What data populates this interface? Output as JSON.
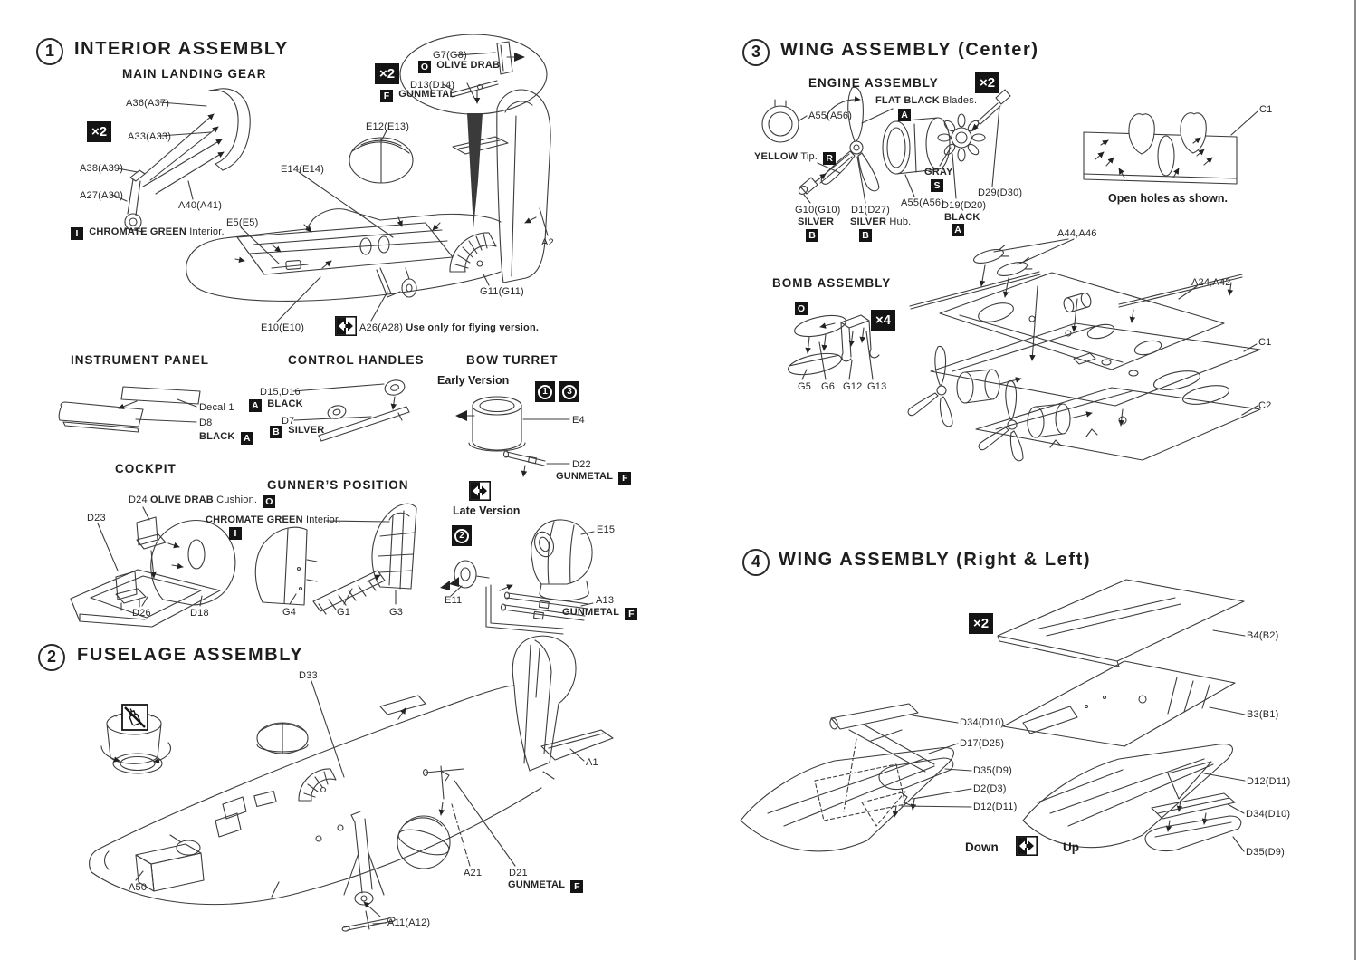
{
  "s1": {
    "num": "1",
    "title": "INTERIOR ASSEMBLY",
    "mlg": {
      "heading": "MAIN LANDING GEAR",
      "qty": "×2",
      "a36": "A36(A37)",
      "a33": "A33(A33)",
      "a38": "A38(A39)",
      "a27": "A27(A30)",
      "a40": "A40(A41)",
      "note_marker": "I",
      "note_bold": "CHROMATE GREEN",
      "note_rest": "Interior."
    },
    "balloon": {
      "qty": "×2",
      "g7": "G7(G8)",
      "olive_marker": "O",
      "olive": "OLIVE DRAB",
      "d13": "D13(D14)",
      "gunmetal_marker": "F",
      "gunmetal": "GUNMETAL"
    },
    "hull": {
      "e12": "E12(E13)",
      "e14": "E14(E14)",
      "e5": "E5(E5)",
      "e10": "E10(E10)",
      "a26": "A26(A28)",
      "a26_note": "Use only for flying version.",
      "g11": "G11(G11)",
      "a2": "A2"
    },
    "ip": {
      "heading": "INSTRUMENT PANEL",
      "decal": "Decal 1",
      "d8": "D8",
      "d8_color": "BLACK",
      "d8_marker": "A"
    },
    "ch": {
      "heading": "CONTROL HANDLES",
      "d15": "D15,D16",
      "d15_marker": "A",
      "d15_color": "BLACK",
      "d7": "D7",
      "d7_marker": "B",
      "d7_color": "SILVER"
    },
    "bt": {
      "heading": "BOW TURRET",
      "early": "Early Version",
      "n1": "1",
      "n3": "3",
      "e4": "E4",
      "d22": "D22",
      "d22_color": "GUNMETAL",
      "d22_marker": "F",
      "late": "Late Version",
      "n2": "2",
      "e15": "E15",
      "e11": "E11",
      "a13": "A13",
      "a13_color": "GUNMETAL",
      "a13_marker": "F"
    },
    "ck": {
      "heading": "COCKPIT",
      "d24": "D24",
      "d24_color": "OLIVE DRAB",
      "d24_rest": "Cushion.",
      "d24_marker": "O",
      "d23": "D23",
      "d26": "D26",
      "d18": "D18"
    },
    "gp": {
      "heading": "GUNNER’S POSITION",
      "note_bold": "CHROMATE GREEN",
      "note_rest": "Interior.",
      "note_marker": "I",
      "g4": "G4",
      "g1": "G1",
      "g3": "G3"
    }
  },
  "s2": {
    "num": "2",
    "title": "FUSELAGE ASSEMBLY",
    "d33": "D33",
    "a1": "A1",
    "a50": "A50",
    "a21": "A21",
    "d21": "D21",
    "d21_color": "GUNMETAL",
    "d21_marker": "F",
    "a11": "A11(A12)"
  },
  "s3": {
    "num": "3",
    "title": "WING ASSEMBLY (Center)",
    "eng": {
      "heading": "ENGINE ASSEMBLY",
      "qty": "×2",
      "a55_ring": "A55(A56)",
      "blades_bold": "FLAT BLACK",
      "blades_rest": "Blades.",
      "blades_marker": "A",
      "tip_bold": "YELLOW",
      "tip_rest": "Tip.",
      "tip_marker": "R",
      "g10": "G10(G10)",
      "g10_color": "SILVER",
      "g10_marker": "B",
      "d1": "D1(D27)",
      "d1_color": "SILVER",
      "d1_rest": "Hub.",
      "d1_marker": "B",
      "a55": "A55(A56)",
      "d19": "D19(D20)",
      "d19_color": "BLACK",
      "d19_marker": "A",
      "gray": "GRAY",
      "gray_marker": "S",
      "d29": "D29(D30)"
    },
    "holes": {
      "c1": "C1",
      "note": "Open holes as shown."
    },
    "bomb": {
      "heading": "BOMB ASSEMBLY",
      "marker": "O",
      "qty": "×4",
      "g5": "G5",
      "g6": "G6",
      "g12": "G12",
      "g13": "G13"
    },
    "wing": {
      "a44": "A44,A46",
      "a24": "A24,A42",
      "c1": "C1",
      "c2": "C2"
    }
  },
  "s4": {
    "num": "4",
    "title": "WING ASSEMBLY (Right & Left)",
    "qty": "×2",
    "left": {
      "d34": "D34(D10)",
      "d17": "D17(D25)",
      "d35": "D35(D9)",
      "d2": "D2(D3)",
      "d12": "D12(D11)"
    },
    "down": "Down",
    "up": "Up",
    "right": {
      "b4": "B4(B2)",
      "b3": "B3(B1)",
      "d12": "D12(D11)",
      "d34": "D34(D10)",
      "d35": "D35(D9)"
    }
  },
  "colors": {
    "ink": "#3c3c3c",
    "paper": "#ffffff",
    "badge_bg": "#141414",
    "badge_fg": "#ffffff"
  }
}
